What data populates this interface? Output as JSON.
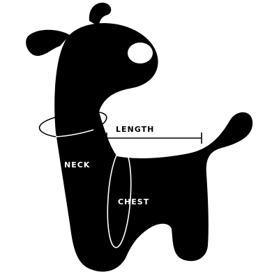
{
  "labels": {
    "length": "LENGTH",
    "neck": "NECK",
    "chest": "CHEST"
  },
  "colors": {
    "silhouette": "#000000",
    "background": "#ffffff",
    "guide": "#ffffff",
    "on_white_line": "#000000"
  },
  "icons": {
    "figure": "dog-silhouette-icon"
  }
}
